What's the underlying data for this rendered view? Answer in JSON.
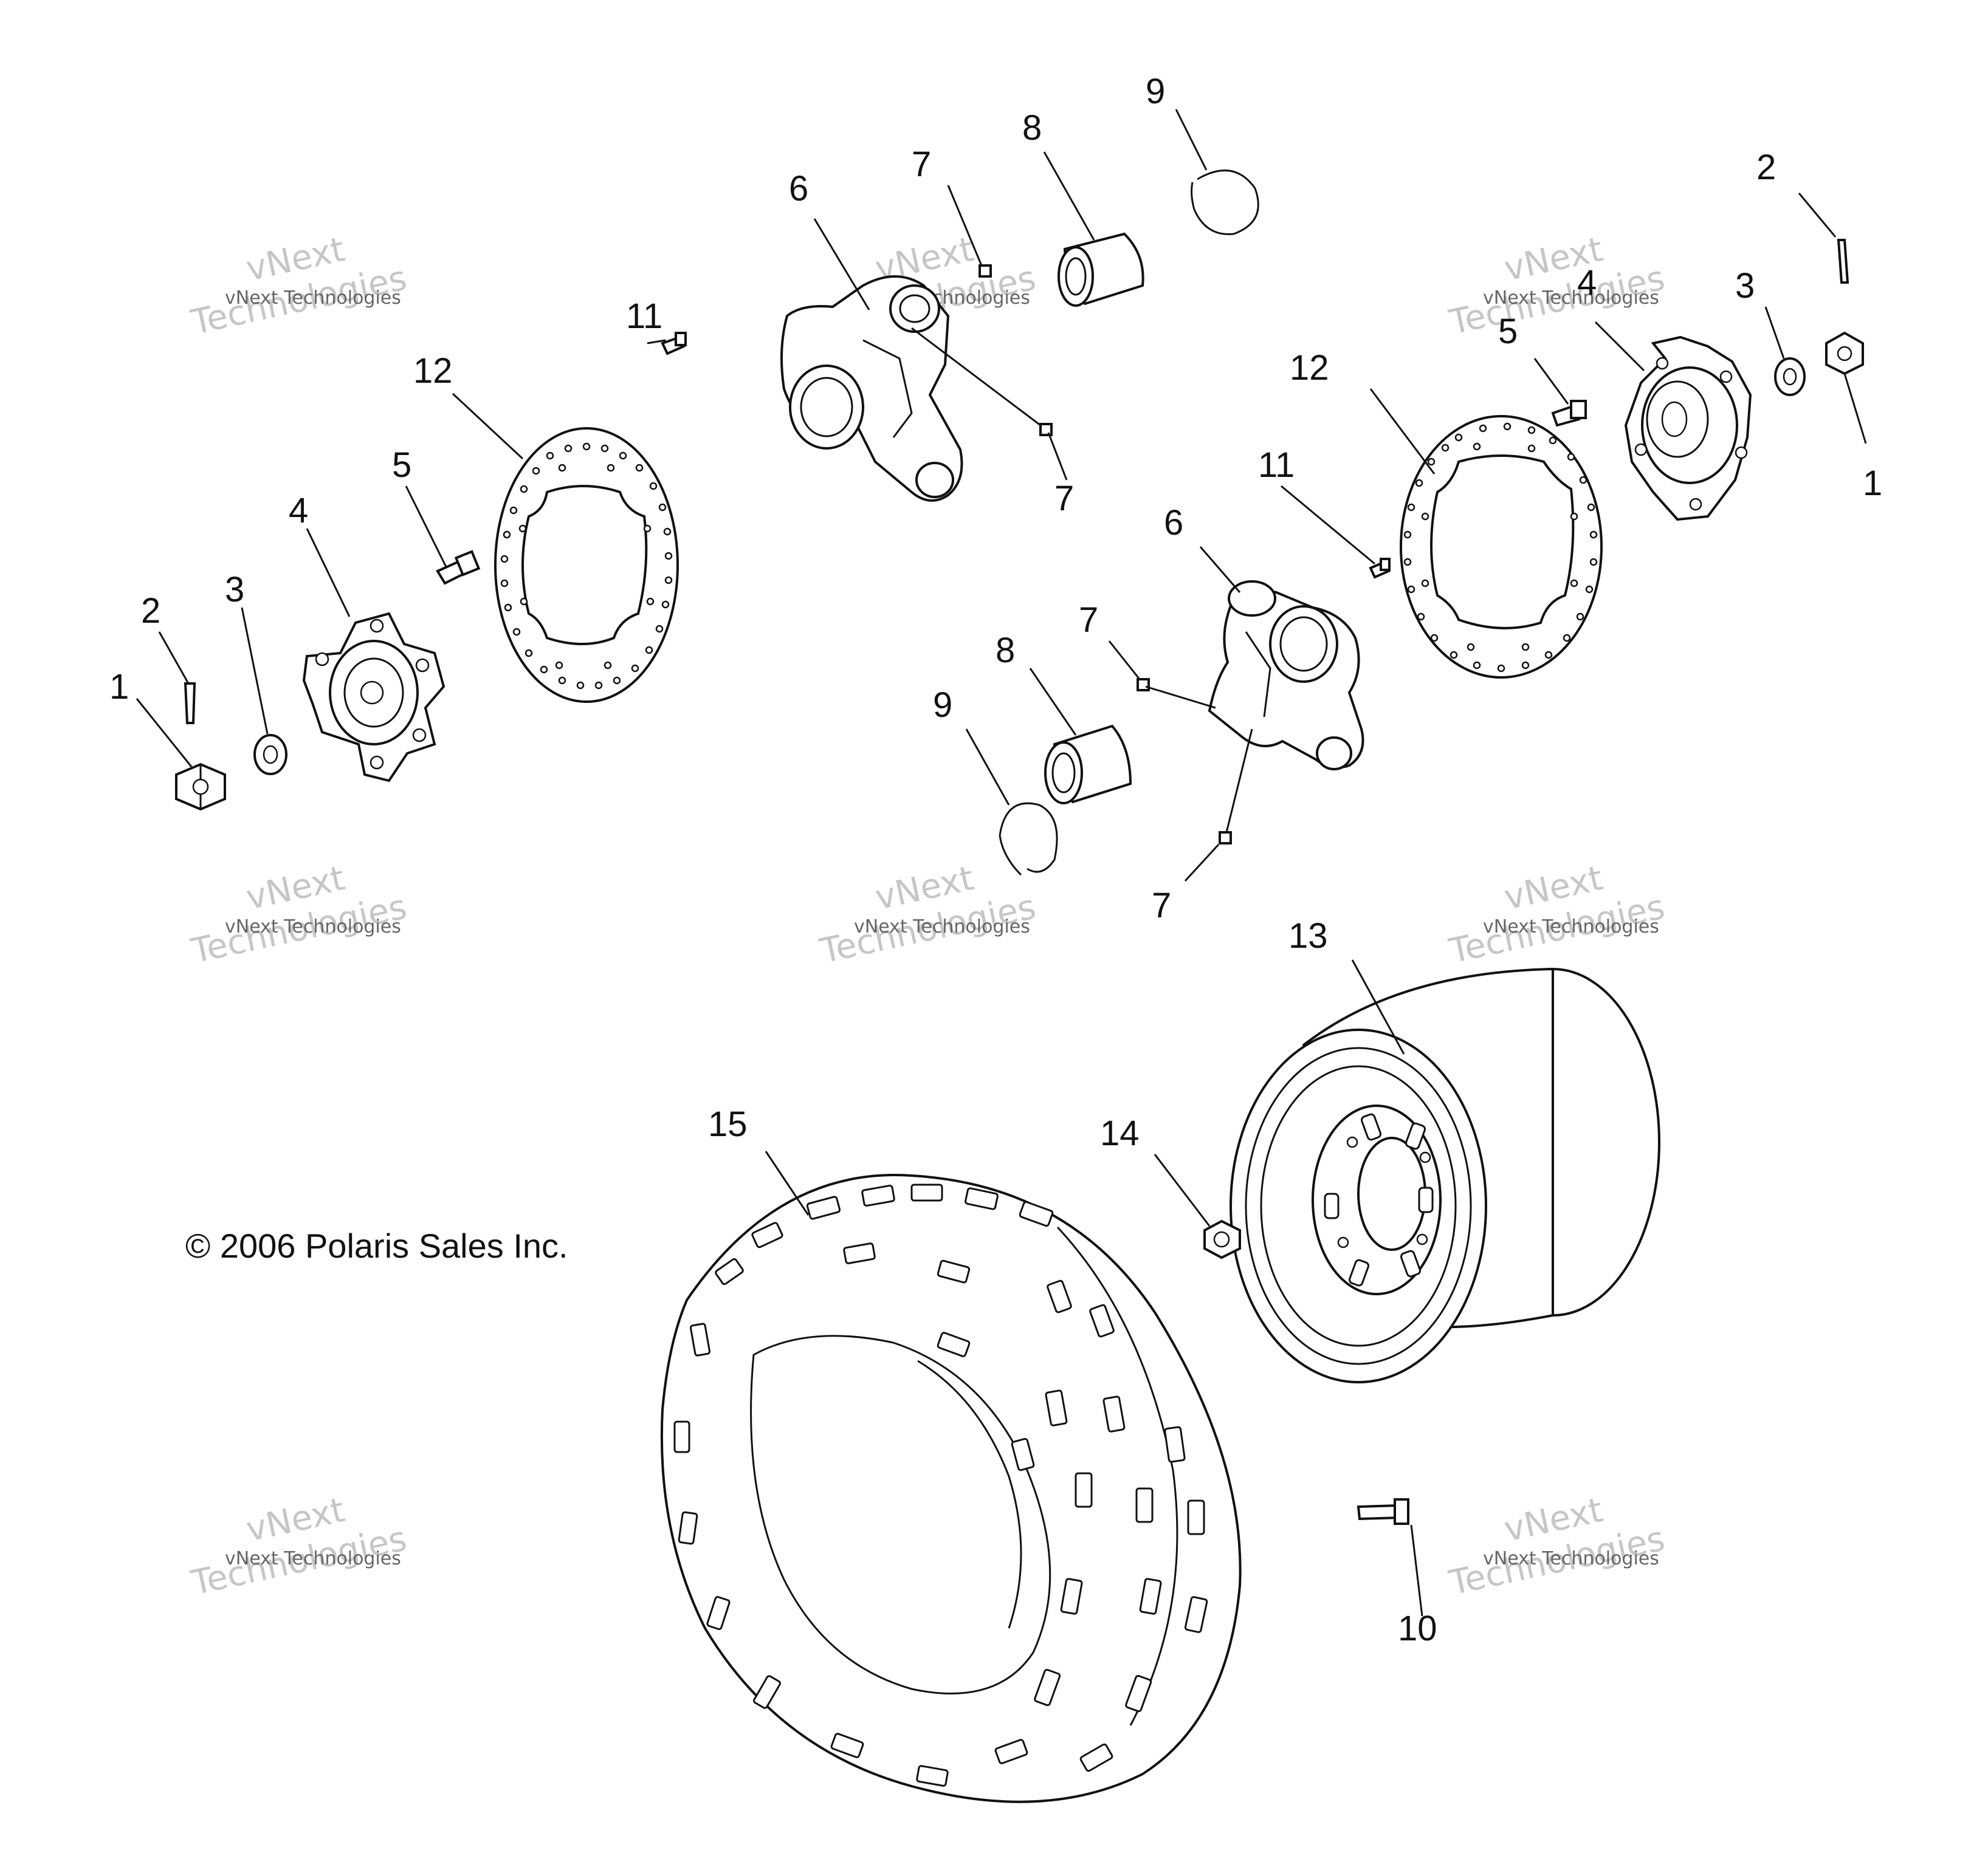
{
  "copyright": "© 2006 Polaris Sales Inc.",
  "watermark": {
    "line1": "vNext Technologies",
    "line2": "vNext",
    "line3": "Technologies"
  },
  "callouts": {
    "nut_left": "1",
    "cotter_pin_left": "2",
    "washer_left": "3",
    "hub_left": "4",
    "stud_left": "5",
    "brake_disc_left": "12",
    "screw_left": "11",
    "knuckle_upper": "6",
    "zerk_upper_a": "7",
    "zerk_upper_b": "7",
    "bearing_upper": "8",
    "snap_ring_upper": "9",
    "cotter_pin_right": "2",
    "hub_right": "4",
    "washer_right": "3",
    "stud_right": "5",
    "nut_right": "1",
    "brake_disc_right": "12",
    "screw_right": "11",
    "knuckle_lower": "6",
    "zerk_lower_a": "7",
    "zerk_lower_b": "7",
    "bearing_lower": "8",
    "snap_ring_lower": "9",
    "wheel_rim": "13",
    "lug_nut": "14",
    "tire": "15",
    "valve_stem": "10"
  }
}
